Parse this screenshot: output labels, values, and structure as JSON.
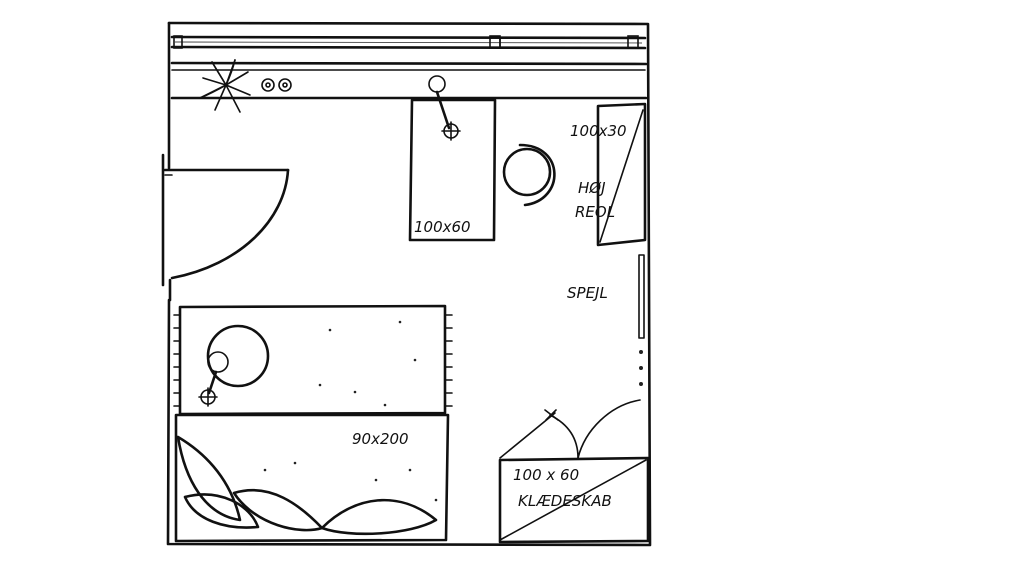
{
  "title": "Floor plan sketch",
  "labels": {
    "desk": "100x60",
    "shelf_size": "100x30",
    "shelf_name_1": "HØJ",
    "shelf_name_2": "REOL",
    "mirror": "SPEJL",
    "bed": "90x200",
    "wardrobe_size": "100 x 60",
    "wardrobe_name": "KLÆDESKAB"
  },
  "colors": {
    "ink": "#111111",
    "paper": "#ffffff"
  }
}
